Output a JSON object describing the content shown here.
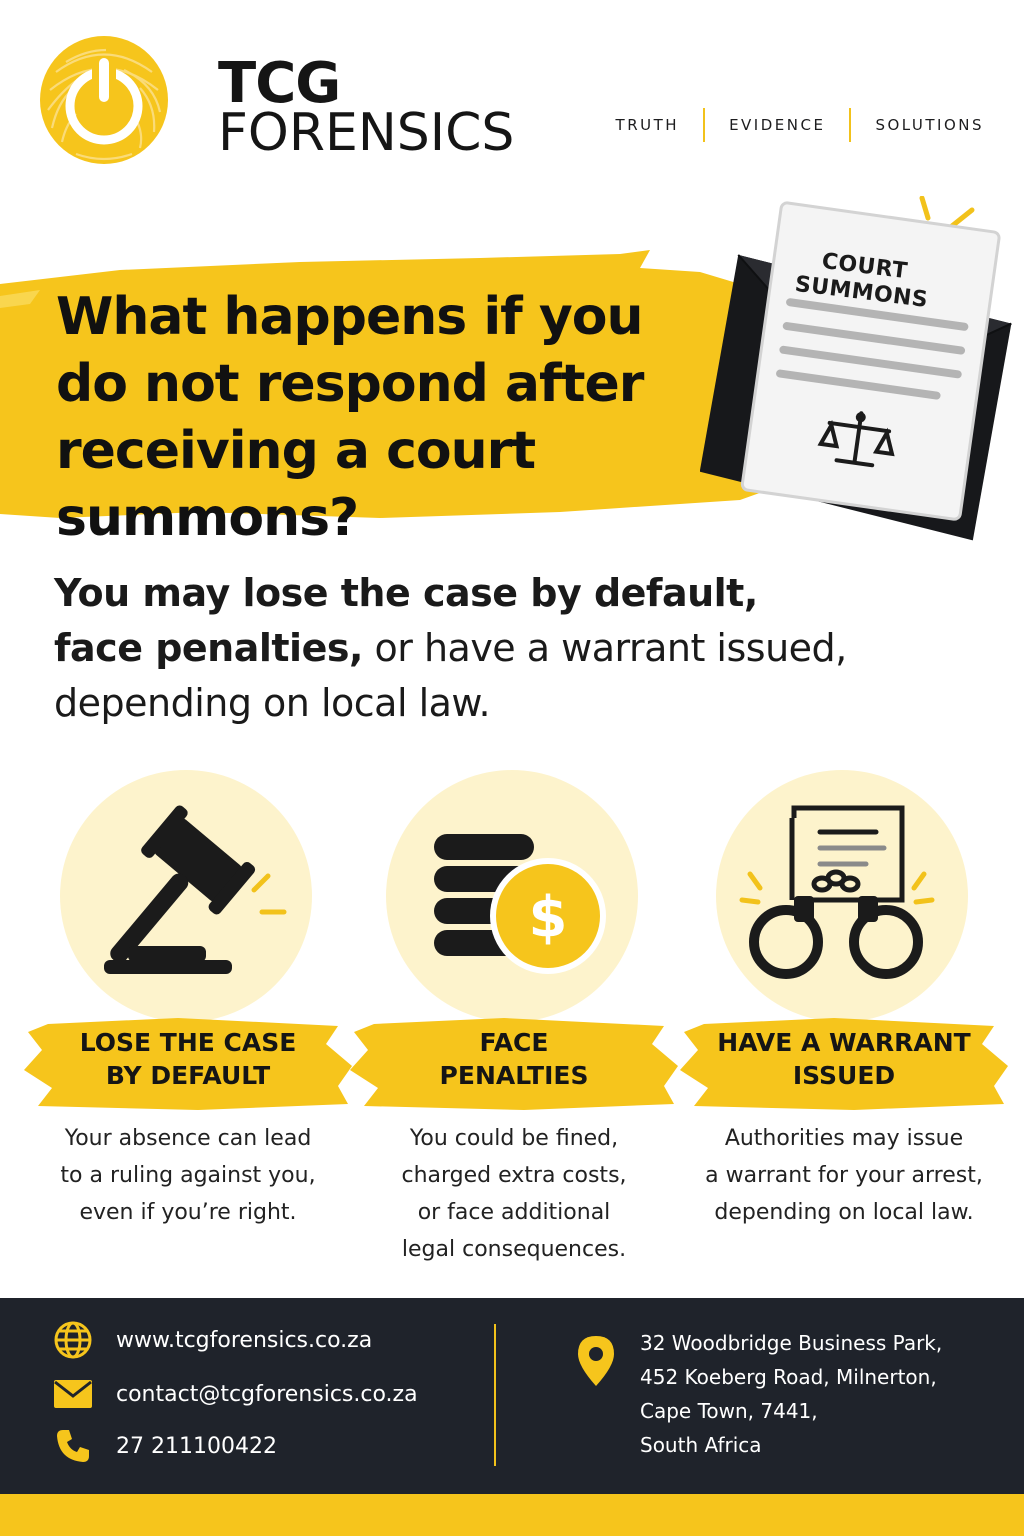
{
  "brand": {
    "line1": "TCG",
    "line2": "FORENSICS",
    "accent_color": "#F6C51C",
    "dark_color": "#1F232B"
  },
  "tagline": [
    "TRUTH",
    "EVIDENCE",
    "SOLUTIONS"
  ],
  "hero": {
    "title_lines": [
      "What happens if you",
      "do not respond after",
      "receiving a court summons?"
    ],
    "document_title_lines": [
      "COURT",
      "SUMMONS"
    ]
  },
  "lead": {
    "line1": "You may lose the case by default,",
    "line2_bold": "face penalties,",
    "line2_rest": " or have a warrant issued,",
    "line3": "depending on local law."
  },
  "cards": [
    {
      "icon": "gavel-icon",
      "label_lines": [
        "LOSE THE CASE",
        "BY DEFAULT"
      ],
      "desc_lines": [
        "Your absence can lead",
        "to a ruling against you,",
        "even if you’re right."
      ]
    },
    {
      "icon": "coins-dollar-icon",
      "label_lines": [
        "FACE",
        "PENALTIES"
      ],
      "desc_lines": [
        "You could be fined,",
        "charged extra costs,",
        "or face additional",
        "legal consequences."
      ]
    },
    {
      "icon": "handcuffs-warrant-icon",
      "label_lines": [
        "HAVE A WARRANT",
        "ISSUED"
      ],
      "desc_lines": [
        "Authorities may issue",
        "a warrant for your arrest,",
        "depending on local law."
      ]
    }
  ],
  "footer": {
    "website": "www.tcgforensics.co.za",
    "email": "contact@tcgforensics.co.za",
    "phone": "27 211100422",
    "address_lines": [
      "32 Woodbridge Business Park,",
      "452 Koeberg Road, Milnerton,",
      "Cape Town, 7441,",
      "South Africa"
    ]
  }
}
